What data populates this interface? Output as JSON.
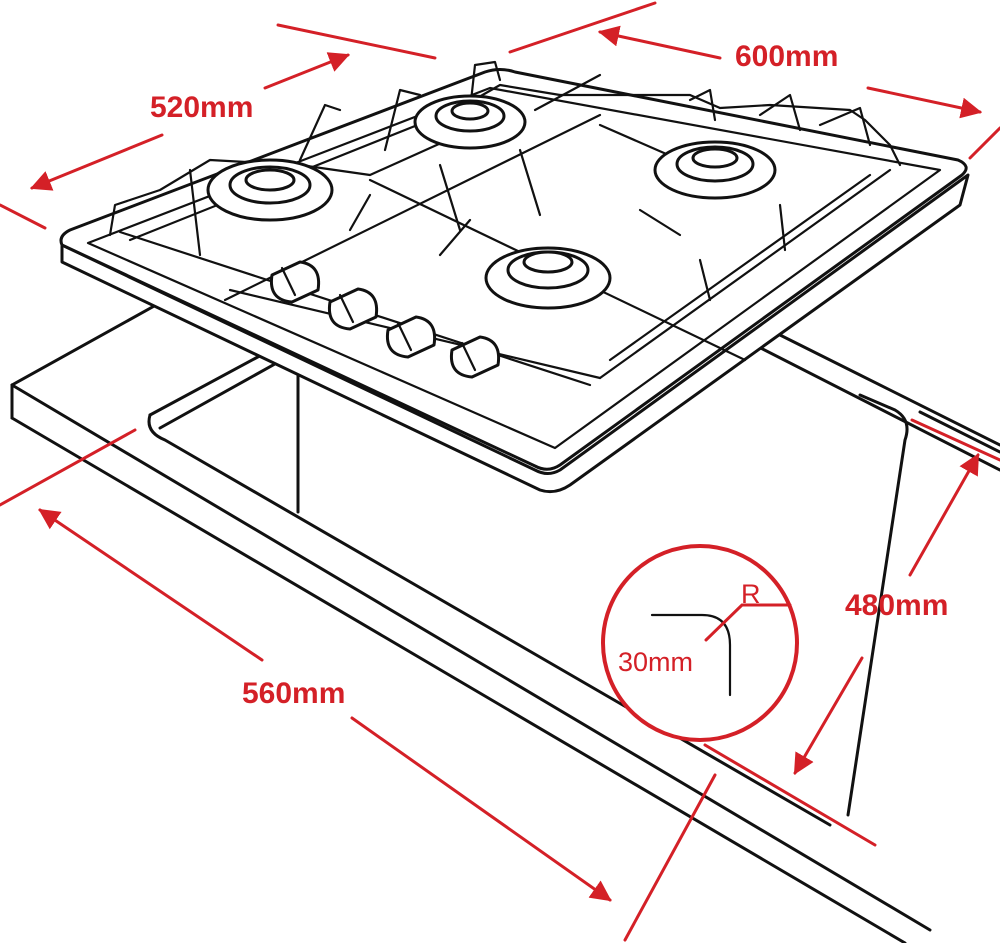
{
  "colors": {
    "accent": "#d42027",
    "outline": "#111111",
    "background": "#ffffff"
  },
  "dimensions": {
    "hob_width": "600mm",
    "hob_depth": "520mm",
    "cutout_width": "560mm",
    "cutout_depth": "480mm"
  },
  "corner_detail": {
    "radius_label": "R",
    "radius_value": "30mm"
  }
}
